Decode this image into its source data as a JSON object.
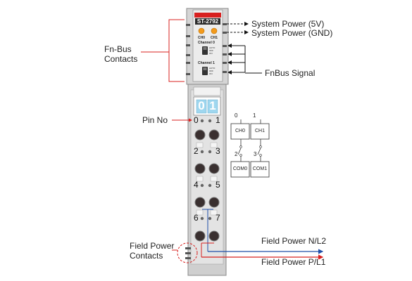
{
  "module": {
    "model": "ST-2792",
    "led_labels": [
      "CH0",
      "CH1"
    ],
    "channel0_label": "Channel 0",
    "channel1_label": "Channel 1",
    "switch_labels": [
      "AUTO",
      "OFF",
      "ON"
    ],
    "indicator_digits": [
      "0",
      "1"
    ],
    "pin_numbers": [
      "0",
      "1",
      "2",
      "3",
      "4",
      "5",
      "6",
      "7"
    ]
  },
  "labels": {
    "system_power_5v": "System Power (5V)",
    "system_power_gnd": "System Power (GND)",
    "fn_bus_contacts_line1": "Fn-Bus",
    "fn_bus_contacts_line2": "Contacts",
    "fnbus_signal": "FnBus Signal",
    "pin_no": "Pin No",
    "field_power_contacts_line1": "Field Power",
    "field_power_contacts_line2": "Contacts",
    "field_power_n": "Field Power N/L2",
    "field_power_p": "Field Power P/L1"
  },
  "schematic": {
    "top_numbers": [
      "0",
      "1"
    ],
    "channel_boxes": [
      "CH0",
      "CH1"
    ],
    "bottom_numbers": [
      "2",
      "3"
    ],
    "com_boxes": [
      "COM0",
      "COM1"
    ]
  },
  "colors": {
    "annotation_red": "#d8201f",
    "field_power_n_line": "#1f4fa8",
    "field_power_p_line": "#d8201f",
    "module_body": "#d7d7d7",
    "led_orange": "#f39a1b",
    "indicator_blue": "#9fd7ef"
  }
}
